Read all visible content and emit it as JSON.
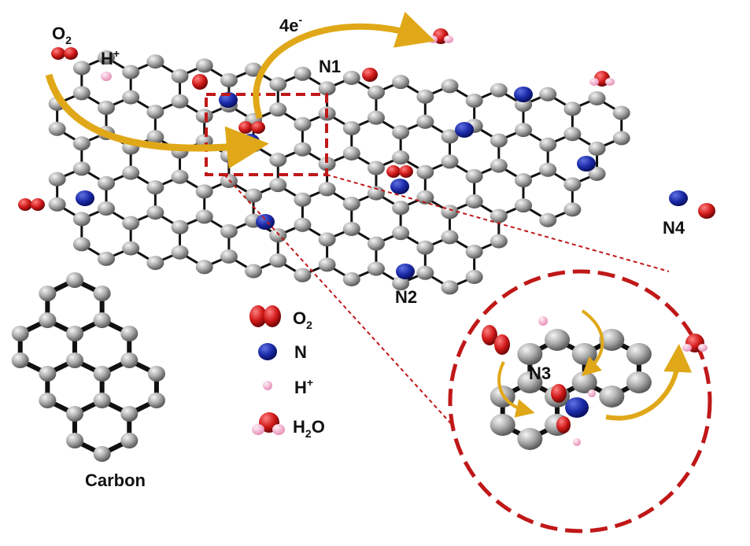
{
  "labels": {
    "o2_top": {
      "base": "O",
      "sub": "2"
    },
    "h_plus_top": {
      "base": "H",
      "sup": "+"
    },
    "electrons": {
      "base": "4e",
      "sup": "-"
    },
    "n1": "N1",
    "n2": "N2",
    "n3": "N3",
    "n4": "N4",
    "carbon": "Carbon"
  },
  "legend": {
    "o2": {
      "base": "O",
      "sub": "2"
    },
    "n": "N",
    "h_plus": {
      "base": "H",
      "sup": "+"
    },
    "h2o": {
      "base": "H",
      "sub": "2",
      "tail": "O"
    }
  },
  "colors": {
    "carbon": "#a8a8a8",
    "nitrogen": "#1a2aa8",
    "oxygen": "#d01818",
    "hydrogen": "#f0a8c8",
    "arrow": "#e0a818",
    "dashed": "#c01818"
  }
}
